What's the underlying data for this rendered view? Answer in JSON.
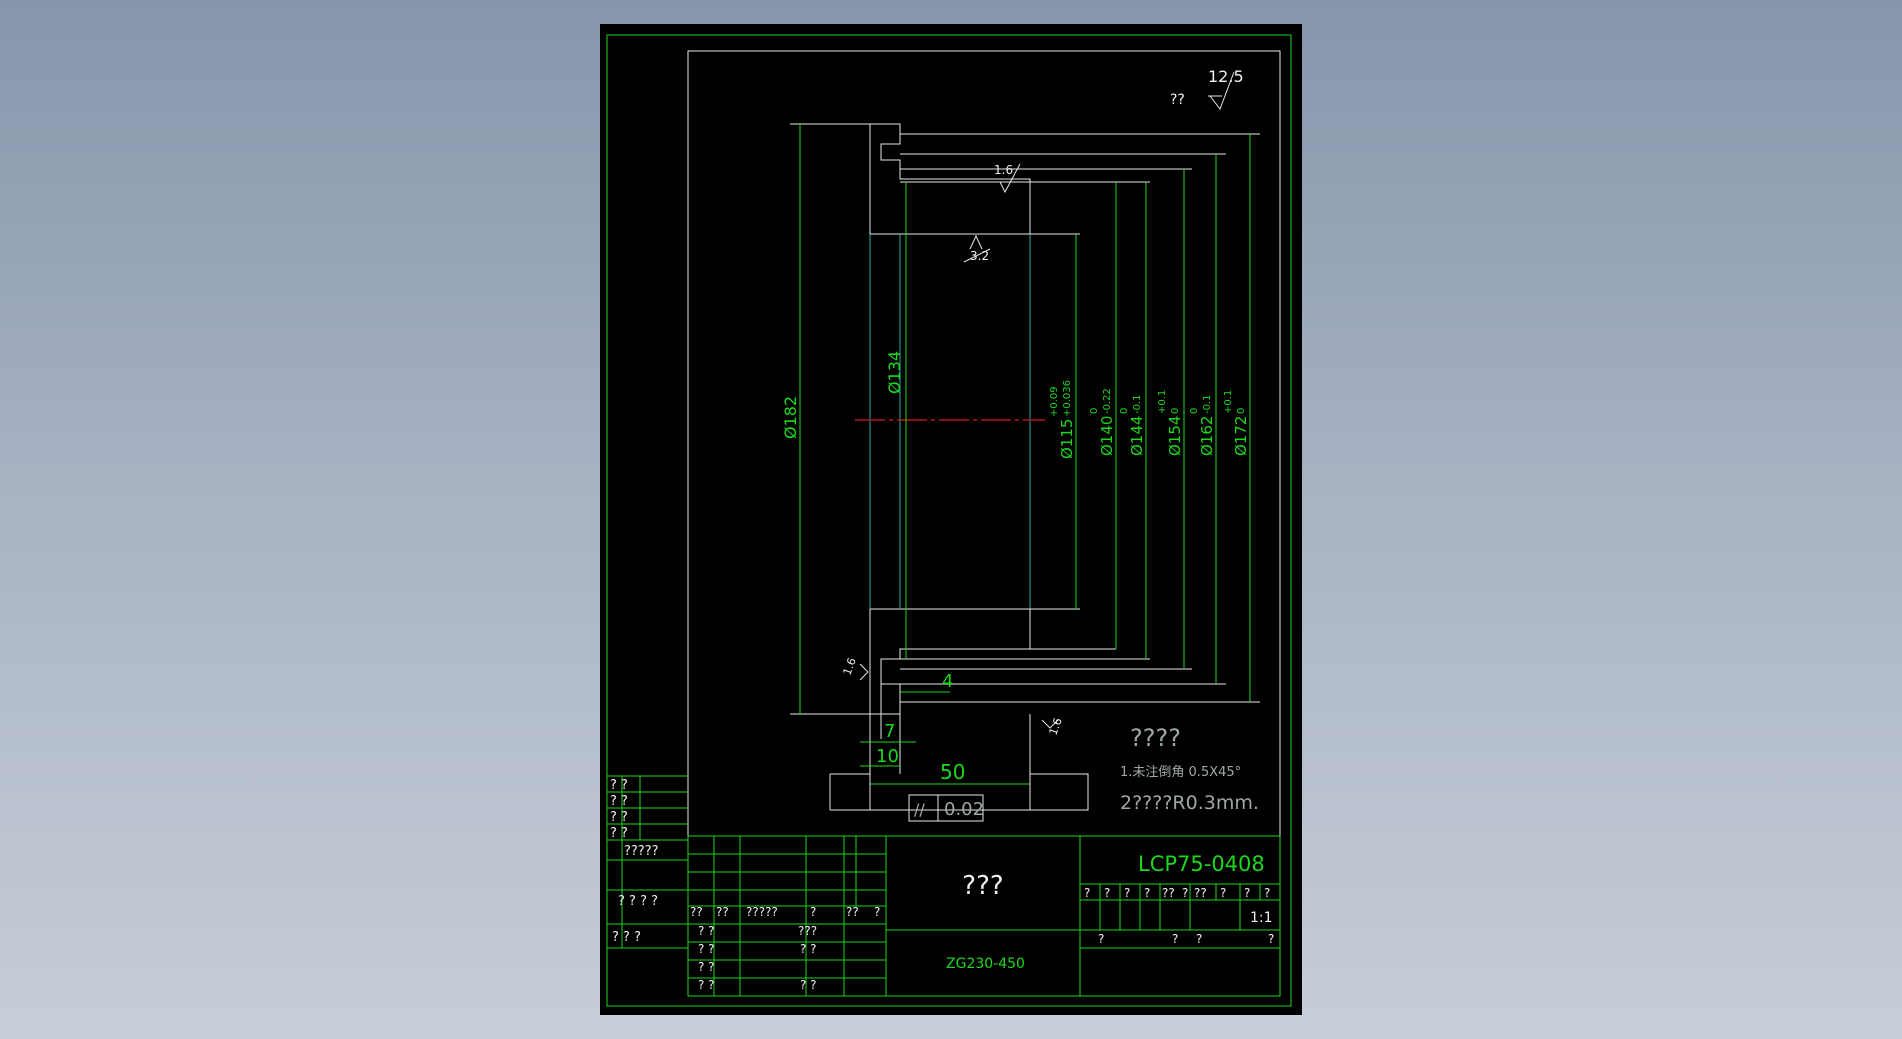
{
  "drawing": {
    "roughness_note_label": "??",
    "roughness_general_value": "12.5",
    "roughness_values": {
      "top_inner": "1.6",
      "bore": "3.2",
      "left_face": "1.6",
      "right_face": "1.6"
    },
    "dimensions": {
      "d182": "Ø182",
      "d134": "Ø134",
      "d115": "Ø115",
      "d115_tol_upper": "+0.09",
      "d115_tol_lower": "+0.036",
      "d140": "Ø140",
      "d140_tol_upper": "0",
      "d140_tol_lower": "-0.22",
      "d144": "Ø144",
      "d144_tol_upper": "0",
      "d144_tol_lower": "-0.1",
      "d154": "Ø154",
      "d154_tol_upper": "+0.1",
      "d154_tol_lower": "0",
      "d162": "Ø162",
      "d162_tol_upper": "0",
      "d162_tol_lower": "-0.1",
      "d172": "Ø172",
      "d172_tol_upper": "+0.1",
      "d172_tol_lower": "0",
      "len_4": "4",
      "len_7": "7",
      "len_10": "10",
      "len_50": "50"
    },
    "tolerance_frame": {
      "symbol": "//",
      "value": "0.02"
    },
    "notes": {
      "title": "????",
      "line1": "1.未注倒角 0.5X45°",
      "line2": "2????R0.3mm."
    }
  },
  "title_block": {
    "part_number": "LCP75-0408",
    "part_name": "???",
    "material": "ZG230-450",
    "scale": "1:1",
    "row_labels": [
      "? ?",
      "? ?",
      "? ?",
      "? ?",
      "?????",
      "? ? ? ?",
      "? ? ?"
    ],
    "sign_header": [
      "??",
      "??",
      "?????",
      "?",
      "??",
      "?"
    ],
    "sign_rows": [
      "? ?",
      "? ?",
      "? ?",
      "? ?"
    ],
    "sign_right": [
      "???",
      "? ?",
      "? ?"
    ],
    "info_header": [
      "?",
      "?",
      "?",
      "?",
      "??",
      "?",
      "??",
      "?",
      "?",
      "?"
    ],
    "info_bottom": [
      "?",
      "?",
      "?",
      "?"
    ]
  }
}
